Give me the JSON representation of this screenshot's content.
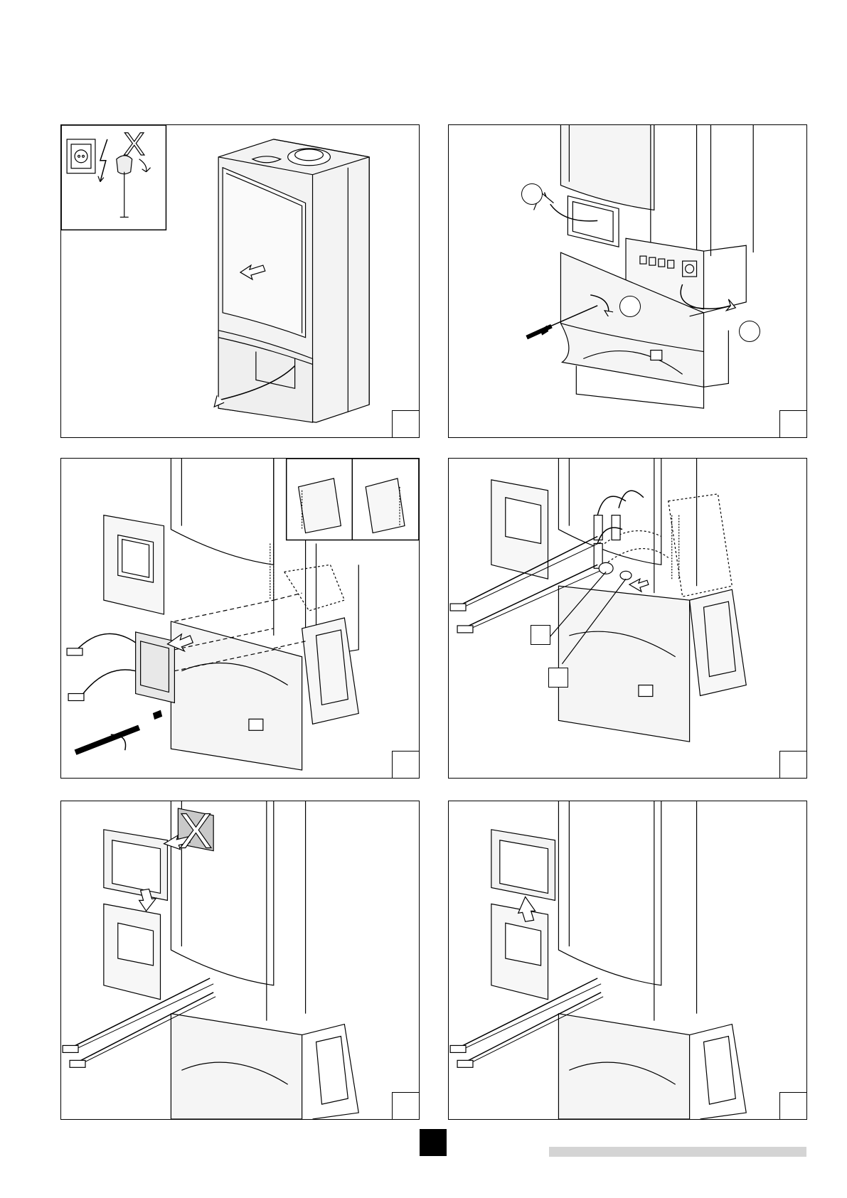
{
  "page": {
    "number": "",
    "footer_bar": ""
  },
  "panels": [
    {
      "id": "p1",
      "step": "",
      "inset_mark": "X"
    },
    {
      "id": "p2",
      "step": "",
      "callouts": [
        "",
        "",
        ""
      ]
    },
    {
      "id": "p3",
      "step": ""
    },
    {
      "id": "p4",
      "step": "",
      "callouts": [
        "",
        ""
      ]
    },
    {
      "id": "p5",
      "step": "",
      "mark": "X"
    },
    {
      "id": "p6",
      "step": ""
    }
  ],
  "colors": {
    "line": "#000000",
    "panel_bg": "#ffffff",
    "page_number_bg": "#000000",
    "footer_bar": "#d4d4d4"
  }
}
